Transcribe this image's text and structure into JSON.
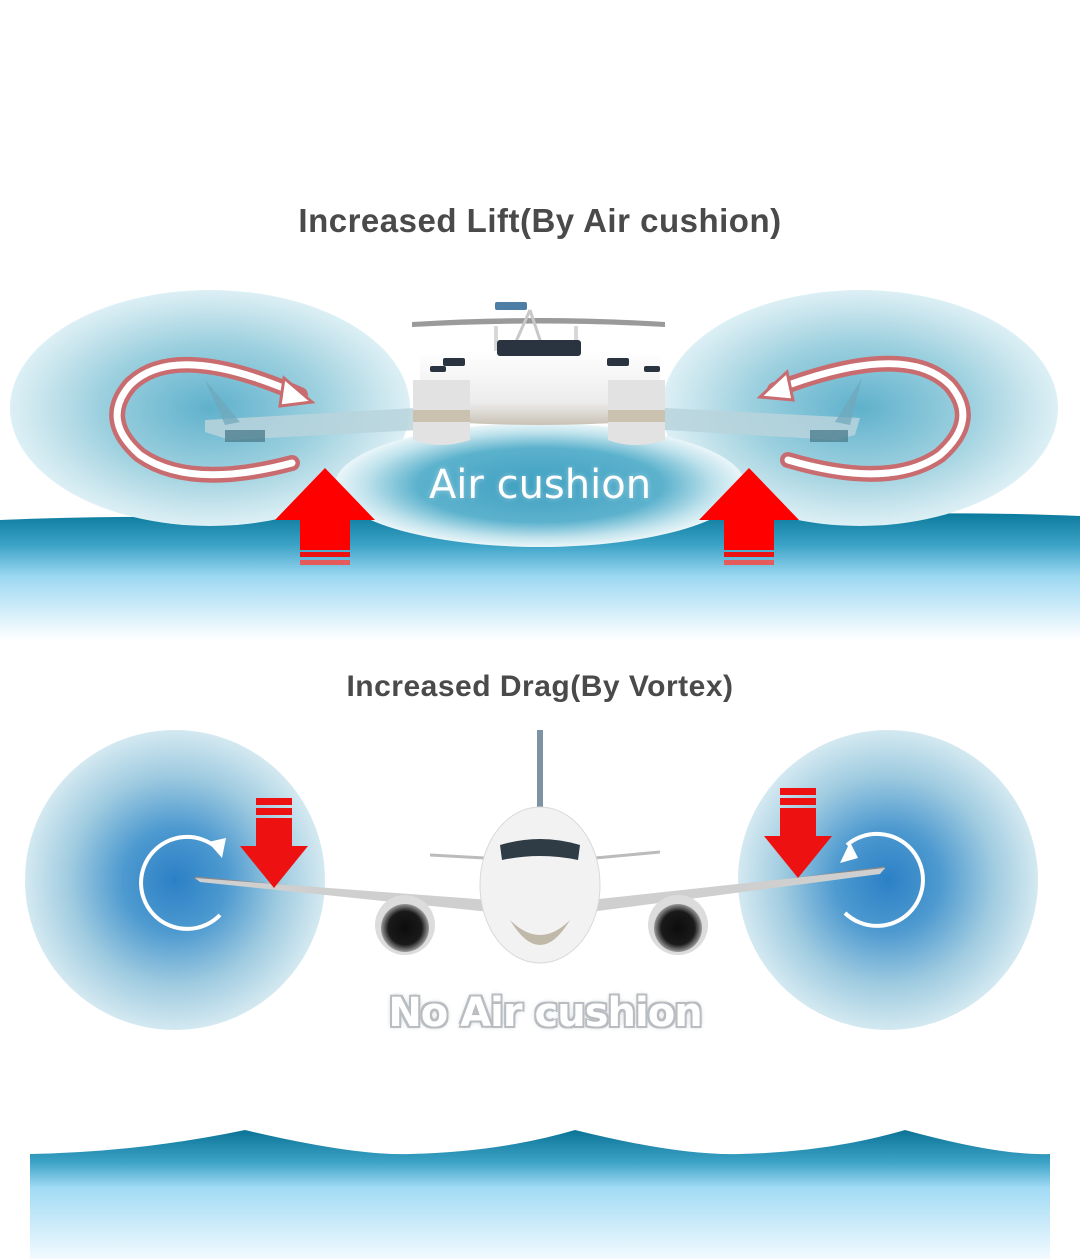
{
  "top_panel": {
    "title": "Increased Lift(By Air cushion)",
    "cushion_label": "Air cushion",
    "vehicle": "wing-in-ground-effect craft (front view)",
    "vortex_left_direction": "clockwise",
    "vortex_right_direction": "counter-clockwise",
    "force_arrows": [
      "up",
      "up"
    ]
  },
  "bottom_panel": {
    "title": "Increased Drag(By Vortex)",
    "cushion_label": "No Air cushion",
    "vehicle": "airliner (front view)",
    "vortex_left_direction": "clockwise",
    "vortex_right_direction": "counter-clockwise",
    "force_arrows": [
      "down",
      "down"
    ]
  },
  "colors": {
    "title_text": "#4a4a4a",
    "arrow_red": "#ee1111",
    "water_dark": "#0a7596",
    "water_light": "#a8def5",
    "vortex_blue": "#2f84c8",
    "vortex_pale": "#cde6ee",
    "cushion_teal": "#4aa8c6"
  }
}
